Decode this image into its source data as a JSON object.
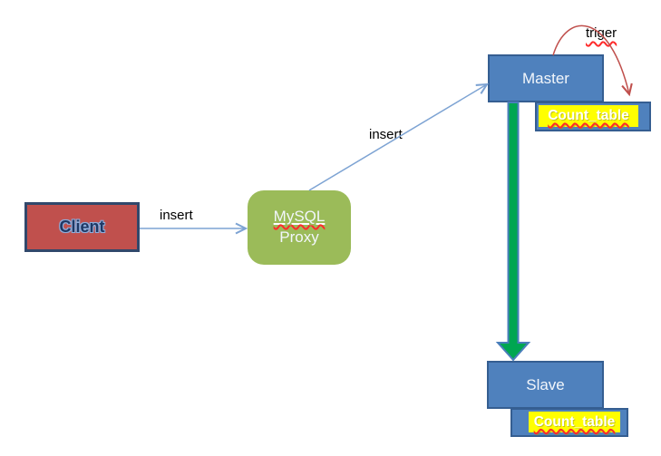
{
  "diagram": {
    "nodes": {
      "client": {
        "label": "Client"
      },
      "proxy": {
        "line1": "MySQL",
        "line2": "Proxy"
      },
      "master": {
        "label": "Master"
      },
      "slave": {
        "label": "Slave"
      },
      "master_count_table": {
        "label": "Count_table"
      },
      "slave_count_table": {
        "label": "Count_table"
      }
    },
    "edges": {
      "client_to_proxy": {
        "label": "insert"
      },
      "proxy_to_master": {
        "label": "insert"
      },
      "master_trigger": {
        "label": "triger"
      },
      "master_to_slave": {
        "label": ""
      }
    },
    "colors": {
      "client_fill": "#C0504D",
      "client_border": "#31486B",
      "client_text": "#1F3864",
      "client_glow": "#8FAEDC",
      "node_blue_fill": "#4F81BD",
      "node_border": "#355E91",
      "node_text": "#F2F6FB",
      "proxy_fill": "#9BBB59",
      "connector": "#7DA3D3",
      "trigger_arc": "#C0504D",
      "replication_arrow_fill": "#00A651",
      "replication_arrow_border": "#4A7EBB",
      "highlight": "#FFFF00",
      "squiggle": "#FF2B2B",
      "label_text": "#000000"
    }
  }
}
